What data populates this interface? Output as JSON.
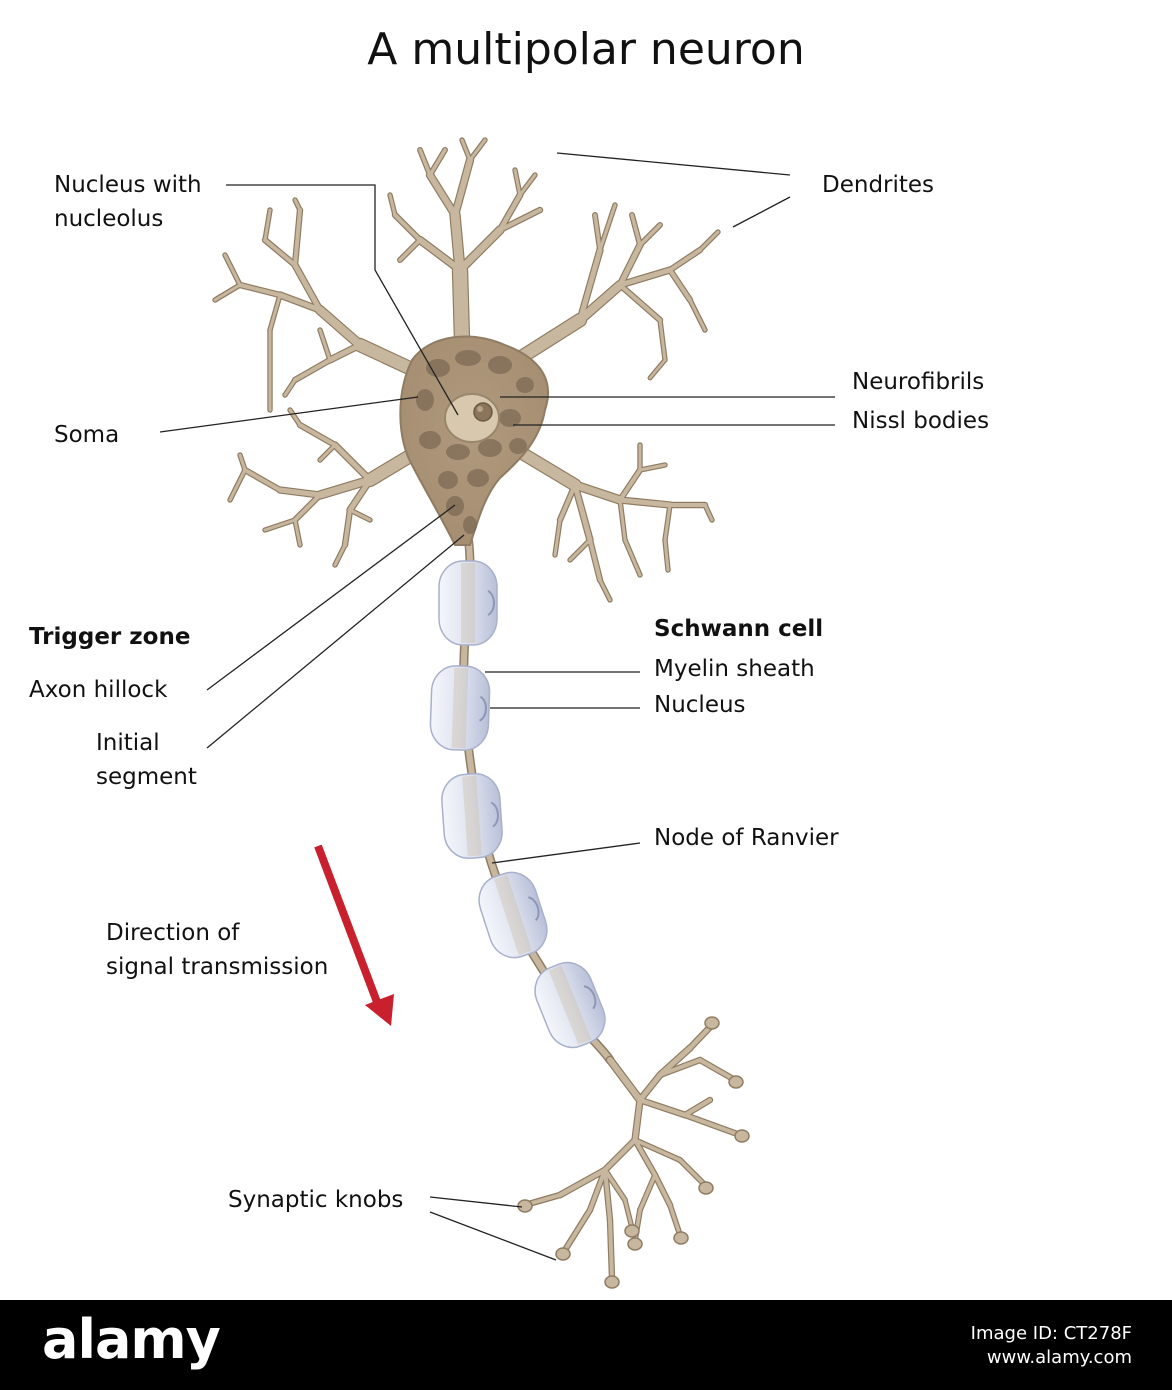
{
  "title": "A multipolar neuron",
  "labels": {
    "nucleus_with_nucleolus": [
      "Nucleus with",
      "nucleolus"
    ],
    "dendrites": "Dendrites",
    "neurofibrils": "Neurofibrils",
    "nissl_bodies": "Nissl bodies",
    "soma": "Soma",
    "trigger_zone": "Trigger zone",
    "axon_hillock": "Axon hillock",
    "initial_segment": [
      "Initial",
      "segment"
    ],
    "schwann_cell": "Schwann cell",
    "myelin_sheath": "Myelin sheath",
    "nucleus": "Nucleus",
    "node_of_ranvier": "Node of Ranvier",
    "direction": [
      "Direction of",
      "signal transmission"
    ],
    "synaptic_knobs": "Synaptic knobs"
  },
  "footer": {
    "logo": "alamy",
    "image_id": "Image ID: CT278F",
    "site": "www.alamy.com"
  },
  "colors": {
    "neuron": "#c8b79f",
    "neuron_outline": "#8f7c62",
    "soma_granules": "#7d6a55",
    "myelin": "#dde2ef",
    "arrow": "#c8202c",
    "leader_line": "#222222"
  }
}
